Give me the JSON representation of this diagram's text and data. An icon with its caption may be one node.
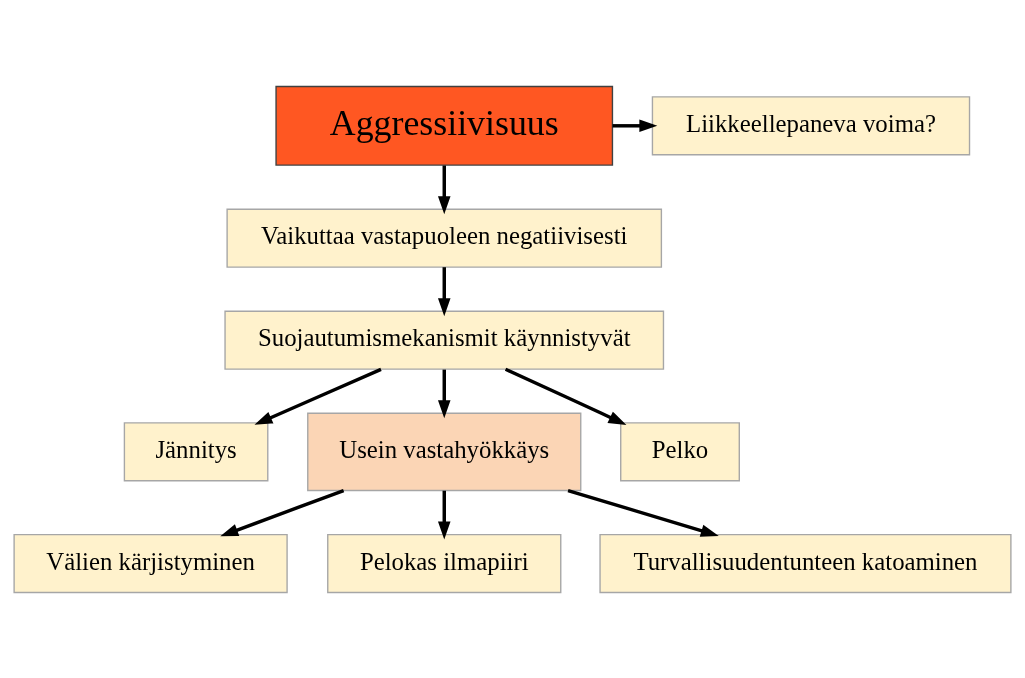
{
  "diagram": {
    "nodes": [
      {
        "text": [
          "Aggressiivisuus"
        ]
      },
      {
        "text": [
          "Liikkeellepaneva voima?"
        ]
      },
      {
        "text": [
          "Vaikuttaa vastapuoleen negatiivisesti"
        ]
      },
      {
        "text": [
          "Suojautumismekanismit käynnistyvät"
        ]
      },
      {
        "text": [
          "Jännitys"
        ]
      },
      {
        "text": [
          "Usein vastahyökkäys"
        ]
      },
      {
        "text": [
          "Pelko"
        ]
      },
      {
        "text": [
          "Välien kärjistyminen"
        ]
      },
      {
        "text": [
          "Pelokas ilmapiiri"
        ]
      },
      {
        "text": [
          "Turvallisuudentunteen katoaminen"
        ]
      }
    ],
    "edges": [
      {
        "from": 0,
        "to": 1,
        "arrow": "to"
      },
      {
        "from": 0,
        "to": 2,
        "arrow": "to"
      },
      {
        "from": 2,
        "to": 3,
        "arrow": "to"
      },
      {
        "from": 3,
        "to": 4,
        "arrow": "to"
      },
      {
        "from": 3,
        "to": 5,
        "arrow": "to"
      },
      {
        "from": 3,
        "to": 6,
        "arrow": "to"
      },
      {
        "from": 5,
        "to": 7,
        "arrow": "to"
      },
      {
        "from": 5,
        "to": 8,
        "arrow": "to"
      },
      {
        "from": 5,
        "to": 9,
        "arrow": "to"
      }
    ]
  }
}
